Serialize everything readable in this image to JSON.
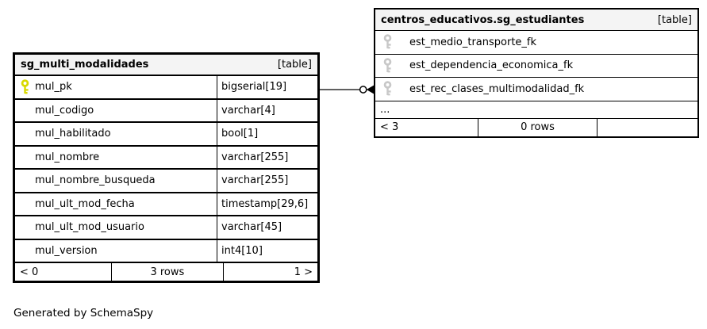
{
  "diagram": {
    "generated_by": "Generated by SchemaSpy"
  },
  "colors": {
    "primary_key_icon": "#d9d900",
    "foreign_key_icon": "#c8c8c8",
    "table_header_bg": "#f4f4f4",
    "table_border": "#000000",
    "page_bg": "#ffffff"
  },
  "tables": {
    "left": {
      "title": "sg_multi_modalidades",
      "type_badge": "[table]",
      "columns": [
        {
          "name": "mul_pk",
          "type": "bigserial[19]",
          "key": "primary"
        },
        {
          "name": "mul_codigo",
          "type": "varchar[4]",
          "key": ""
        },
        {
          "name": "mul_habilitado",
          "type": "bool[1]",
          "key": ""
        },
        {
          "name": "mul_nombre",
          "type": "varchar[255]",
          "key": ""
        },
        {
          "name": "mul_nombre_busqueda",
          "type": "varchar[255]",
          "key": ""
        },
        {
          "name": "mul_ult_mod_fecha",
          "type": "timestamp[29,6]",
          "key": ""
        },
        {
          "name": "mul_ult_mod_usuario",
          "type": "varchar[45]",
          "key": ""
        },
        {
          "name": "mul_version",
          "type": "int4[10]",
          "key": ""
        }
      ],
      "footer": {
        "left": "< 0",
        "center": "3 rows",
        "right": "1 >"
      }
    },
    "right": {
      "title": "centros_educativos.sg_estudiantes",
      "type_badge": "[table]",
      "columns": [
        {
          "name": "est_medio_transporte_fk",
          "key": "foreign"
        },
        {
          "name": "est_dependencia_economica_fk",
          "key": "foreign"
        },
        {
          "name": "est_rec_clases_multimodalidad_fk",
          "key": "foreign"
        },
        {
          "name": "...",
          "key": ""
        }
      ],
      "footer": {
        "left": "< 3",
        "center": "0 rows",
        "right": ""
      }
    }
  },
  "relationship": {
    "from_column": "mul_pk",
    "to_column": "est_rec_clases_multimodalidad_fk",
    "marker": "circle-arrow"
  }
}
